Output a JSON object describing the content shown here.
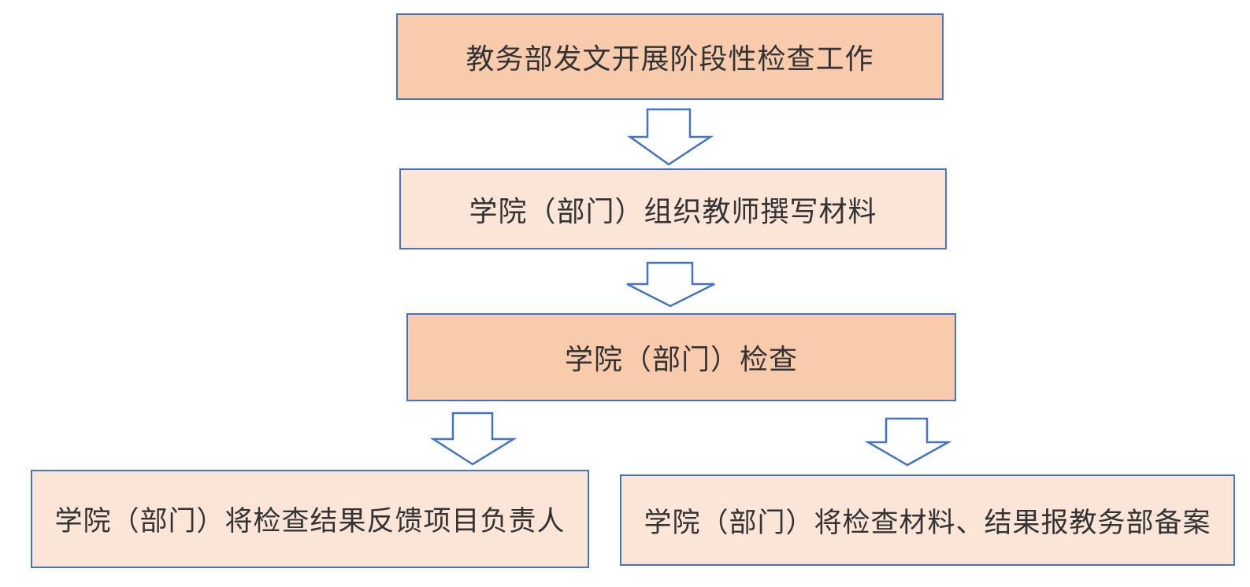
{
  "colors": {
    "border": "#4472C4",
    "fill_dark": "#F8CBAD",
    "fill_light": "#FBE5D6",
    "text": "#333333",
    "arrow_fill": "#FFFFFF"
  },
  "flowchart": {
    "step1": "教务部发文开展阶段性检查工作",
    "step2": "学院（部门）组织教师撰写材料",
    "step3": "学院（部门）检查",
    "branch_left": "学院（部门）将检查结果反馈项目负责人",
    "branch_right": "学院（部门）将检查材料、结果报教务部备案"
  },
  "arrows": [
    "down-arrow-icon",
    "down-arrow-icon",
    "down-arrow-icon",
    "down-arrow-icon"
  ]
}
